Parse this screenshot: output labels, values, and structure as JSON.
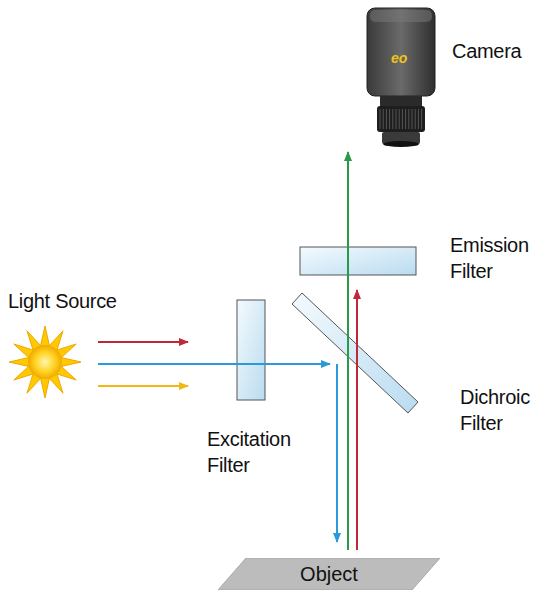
{
  "diagram": {
    "nodes": [
      {
        "text": [
          "Object"
        ]
      }
    ],
    "labels": [
      "eo",
      "Camera",
      "Emission Filter",
      "Light Source",
      "Excitation Filter",
      "Dichroic Filter"
    ]
  }
}
